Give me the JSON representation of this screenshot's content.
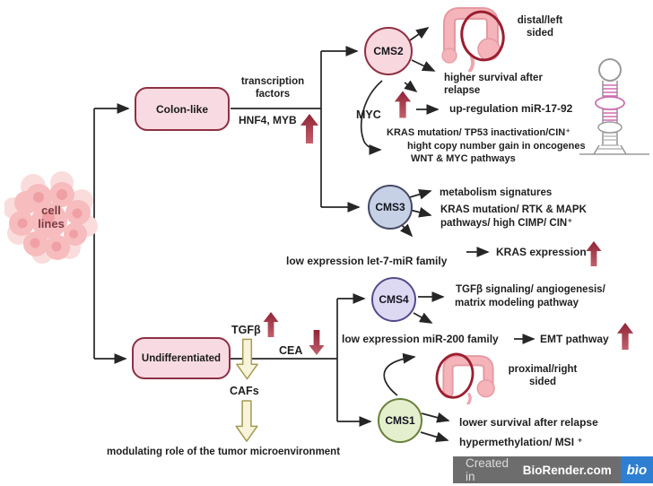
{
  "colors": {
    "accent_dark_red": "#9e2b3b",
    "line_black": "#262626",
    "node_pink_fill": "#f8dbe2",
    "node_pink_border": "#8e3044",
    "cms3_fill": "#c7d1e5",
    "cms3_border": "#454963",
    "cms4_fill": "#ded9f2",
    "cms4_border": "#564a8c",
    "cms1_fill": "#e4efcd",
    "cms1_border": "#68803a",
    "yellow_arrow_fill": "#f8f4dc",
    "yellow_arrow_border": "#a69c54",
    "badge_gray": "#6d6d6d",
    "badge_blue": "#2e7fd2"
  },
  "root": {
    "label_line1": "cell",
    "label_line2": "lines"
  },
  "branches": {
    "colon_like": "Colon-like",
    "undifferentiated": "Undifferentiated"
  },
  "edge_labels": {
    "transcription_line1": "transcription",
    "transcription_line2": "factors",
    "hnf4_myb": "HNF4, MYB",
    "myc": "MYC",
    "tgfb": "TGFβ",
    "cea": "CEA",
    "cafs": "CAFs",
    "tumor_microenvironment": "modulating role of the tumor microenvironment"
  },
  "cms2": {
    "label": "CMS2",
    "sided": "distal/left sided",
    "survival": "higher survival after relapse",
    "mir_upregulation": "up-regulation miR-17-92",
    "features_line1": "KRAS mutation/ TP53 inactivation/CIN⁺",
    "features_line2": "hight copy number gain in oncogenes",
    "features_line3": "WNT & MYC pathways"
  },
  "cms3": {
    "label": "CMS3",
    "metabolism": "metabolism signatures",
    "features_line1": "KRAS mutation/ RTK & MAPK",
    "features_line2": "pathways/ high CIMP/ CIN⁺",
    "low_expression": "low expression  let-7-miR family",
    "kras_expression": "KRAS expression"
  },
  "cms4": {
    "label": "CMS4",
    "features_line1": "TGFβ signaling/ angiogenesis/",
    "features_line2": "matrix modeling pathway",
    "low_expression": "low expression  miR-200 family",
    "emt": "EMT pathway"
  },
  "cms1": {
    "label": "CMS1",
    "sided": "proximal/right sided",
    "survival": "lower survival after relapse",
    "hypermethylation": "hypermethylation/ MSI ⁺"
  },
  "watermark": {
    "prefix": "Created in",
    "brand": "BioRender.com",
    "logo": "bìo"
  }
}
